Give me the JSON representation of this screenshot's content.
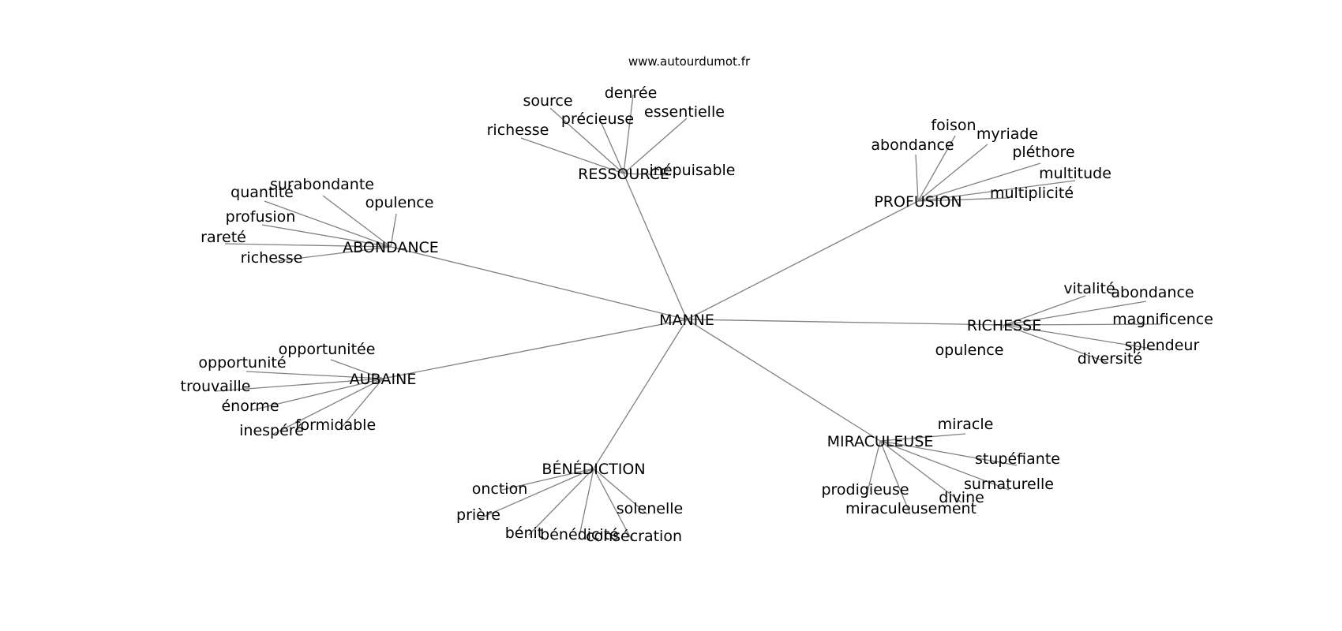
{
  "site": "www.autourdumot.fr",
  "center": "MANNE",
  "clusters": [
    {
      "label": "RESSOURCE",
      "leaves": [
        "source",
        "denrée",
        "précieuse",
        "essentielle",
        "richesse",
        "inépuisable"
      ]
    },
    {
      "label": "PROFUSION",
      "leaves": [
        "foison",
        "myriade",
        "abondance",
        "pléthore",
        "multitude",
        "multiplicité"
      ]
    },
    {
      "label": "ABONDANCE",
      "leaves": [
        "surabondante",
        "quantité",
        "opulence",
        "profusion",
        "rareté",
        "richesse"
      ]
    },
    {
      "label": "RICHESSE",
      "leaves": [
        "vitalité",
        "abondance",
        "magnificence",
        "opulence",
        "splendeur",
        "diversité"
      ]
    },
    {
      "label": "AUBAINE",
      "leaves": [
        "opportunitée",
        "opportunité",
        "trouvaille",
        "énorme",
        "formidable",
        "inespéré"
      ]
    },
    {
      "label": "MIRACULEUSE",
      "leaves": [
        "miracle",
        "stupéfiante",
        "surnaturelle",
        "prodigieuse",
        "divine",
        "miraculeusement"
      ]
    },
    {
      "label": "BÉNÉDICTION",
      "leaves": [
        "onction",
        "prière",
        "solenelle",
        "bénit",
        "bénédicité",
        "consécration"
      ]
    }
  ]
}
